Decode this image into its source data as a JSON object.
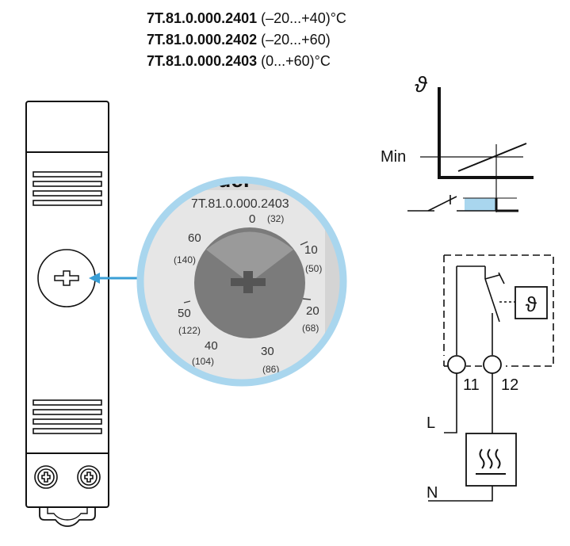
{
  "models": [
    {
      "code": "7T.81.0.000.2401",
      "range": "(–20...+40)°C"
    },
    {
      "code": "7T.81.0.000.2402",
      "range": "(–20...+60)"
    },
    {
      "code": "7T.81.0.000.2403",
      "range": "(0...+60)°C"
    }
  ],
  "zoom": {
    "brand": "finder",
    "model_label": "7T.81.0.000.2403",
    "scale": [
      {
        "c": "0",
        "f": "(32)"
      },
      {
        "c": "10",
        "f": "(50)"
      },
      {
        "c": "20",
        "f": "(68)"
      },
      {
        "c": "30",
        "f": "(86)"
      },
      {
        "c": "40",
        "f": "(104)"
      },
      {
        "c": "50",
        "f": "(122)"
      },
      {
        "c": "60",
        "f": "(140)"
      }
    ]
  },
  "graph": {
    "y_symbol": "ϑ",
    "min_label": "Min"
  },
  "wiring": {
    "sensor_symbol": "ϑ",
    "terminal_1": "11",
    "terminal_2": "12",
    "line_label": "L",
    "neutral_label": "N",
    "heater_symbol": "≋"
  },
  "colors": {
    "accent": "#5cb8e6",
    "lens": "#a9d6ee",
    "dial_bg": "#e8e8e8"
  }
}
